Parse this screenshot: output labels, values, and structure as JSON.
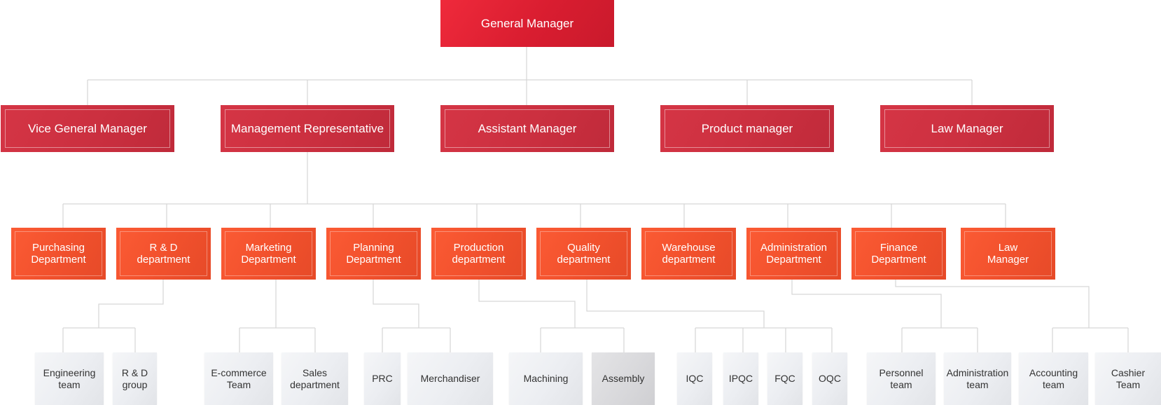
{
  "chart": {
    "root": "General Manager",
    "managers": [
      "Vice General Manager",
      "Management Representative",
      "Assistant Manager",
      "Product manager",
      "Law Manager"
    ],
    "departments": [
      "Purchasing\nDepartment",
      "R & D\ndepartment",
      "Marketing\nDepartment",
      "Planning\nDepartment",
      "Production\ndepartment",
      "Quality\ndepartment",
      "Warehouse\ndepartment",
      "Administration\nDepartment",
      "Finance\nDepartment",
      "Law\nManager"
    ],
    "teams": [
      "Engineering\nteam",
      "R & D\ngroup",
      "E-commerce\nTeam",
      "Sales\ndepartment",
      "PRC",
      "Merchandiser",
      "Machining",
      "Assembly",
      "IQC",
      "IPQC",
      "FQC",
      "OQC",
      "Personnel\nteam",
      "Administration\nteam",
      "Accounting\nteam",
      "Cashier\nTeam"
    ]
  },
  "colors": {
    "root": "#e91e2f",
    "manager": "#cd3142",
    "department": "#f4522e",
    "team": "#eceef2",
    "connector": "#d6d6d6"
  }
}
